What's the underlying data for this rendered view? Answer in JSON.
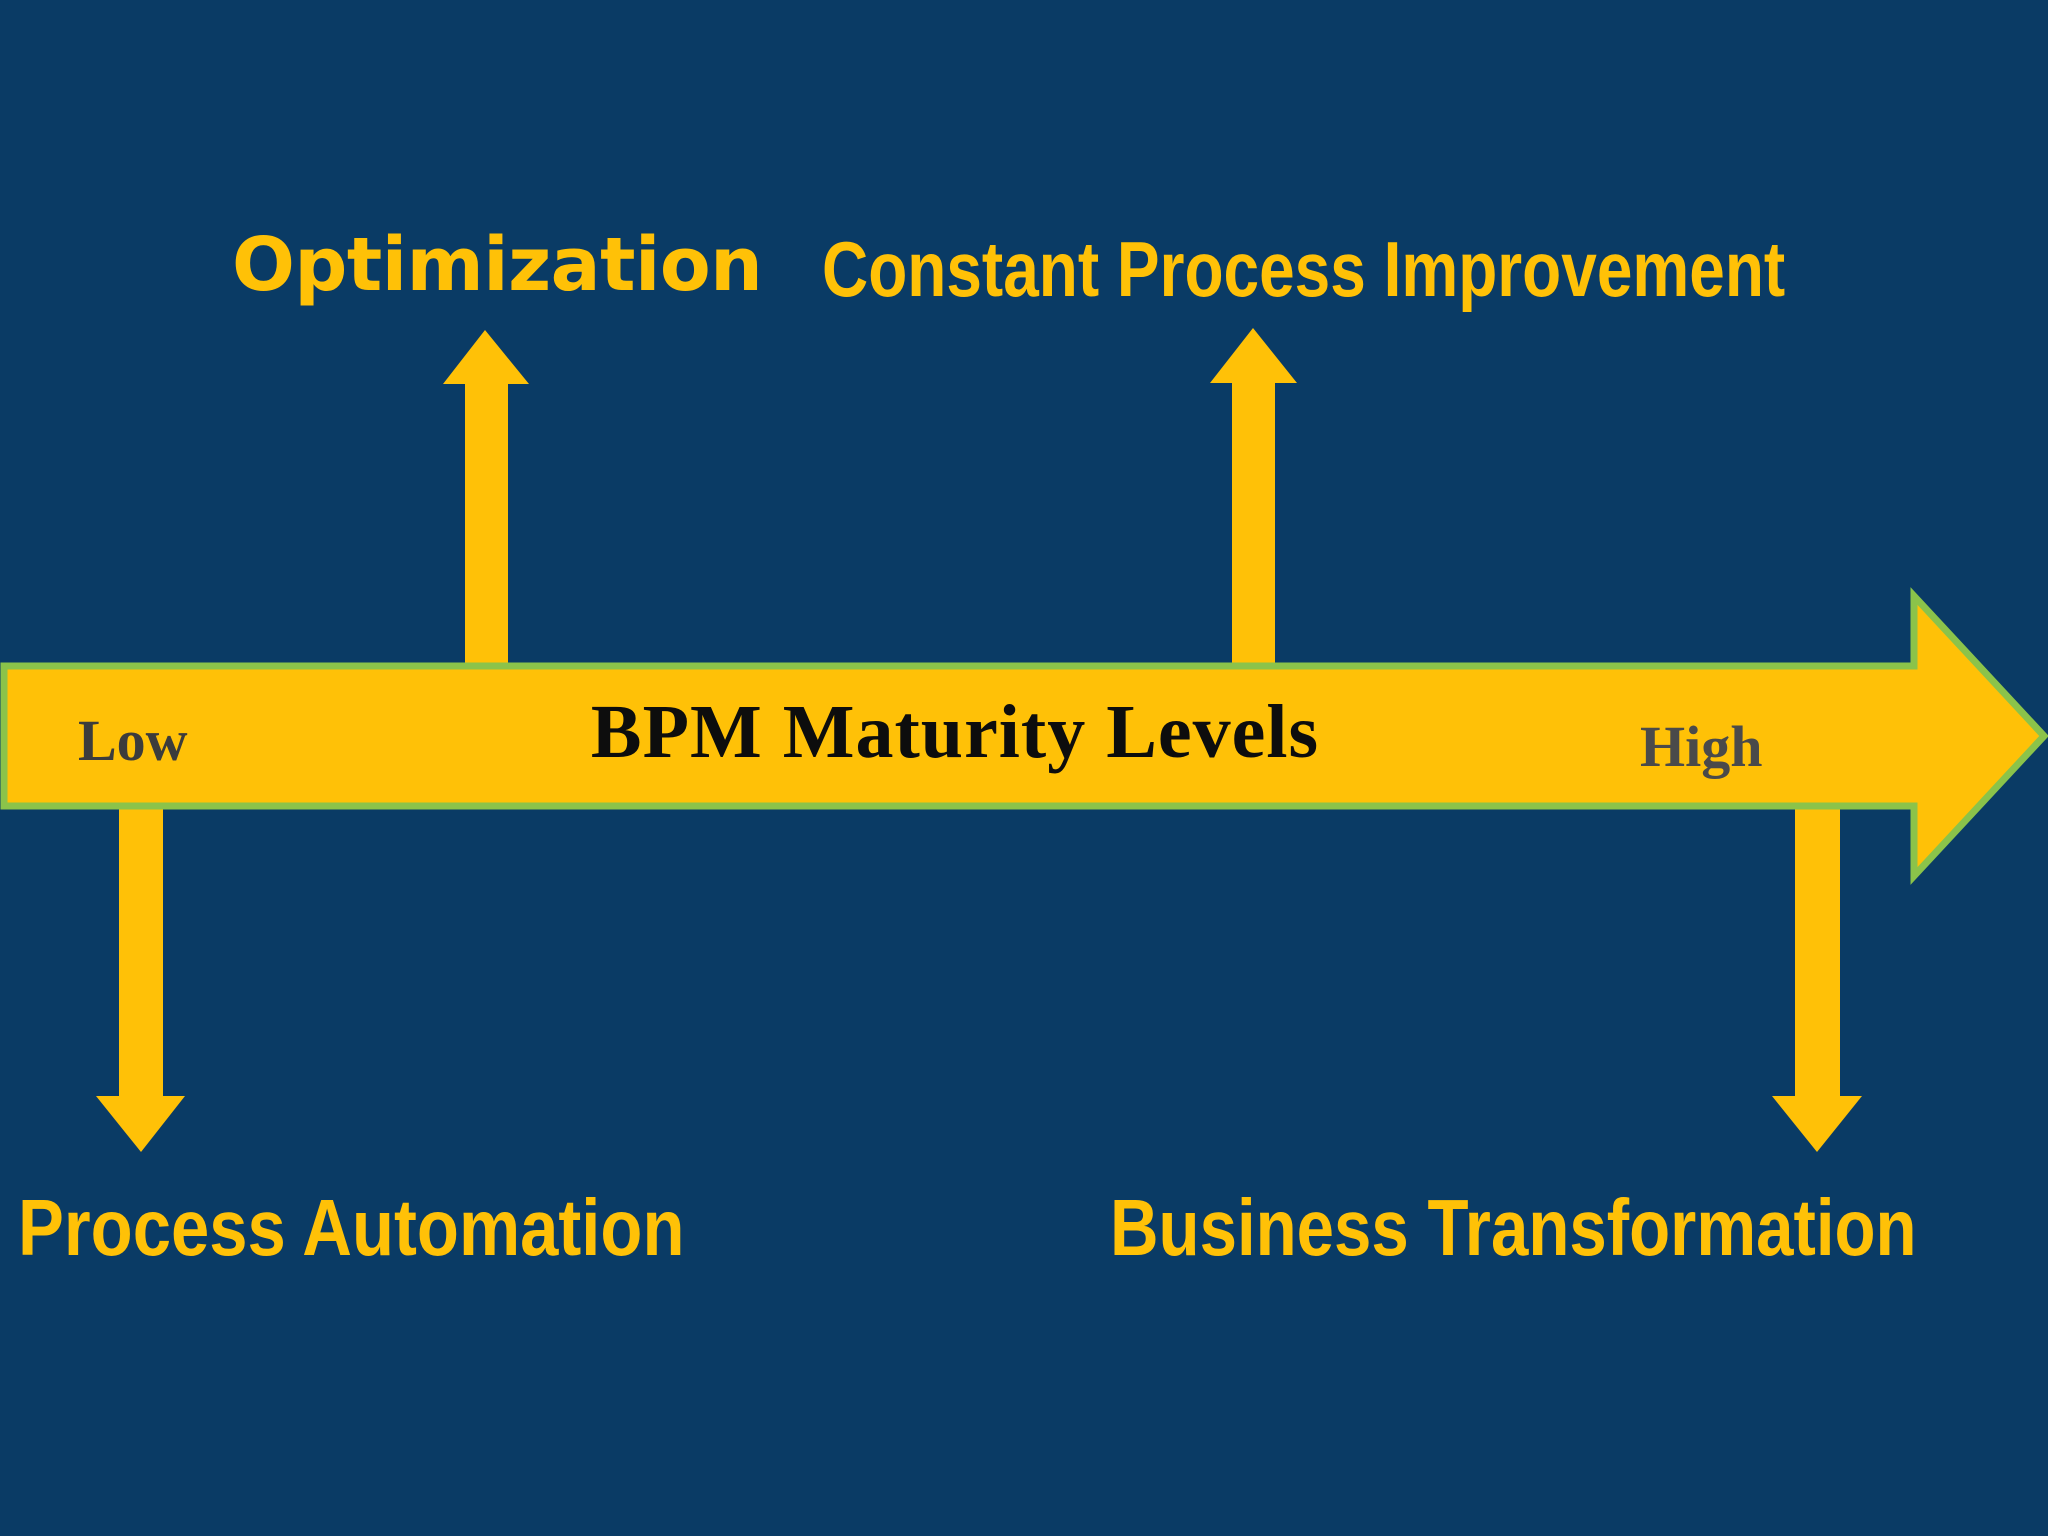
{
  "diagram": {
    "title": "BPM Maturity Levels",
    "type": "horizontal-axis-with-callouts",
    "background_color": "#0a3b65",
    "accent_color": "#FFC107",
    "border_color": "#8BC34A",
    "scale": {
      "low_label": "Low",
      "high_label": "High",
      "direction": "left-to-right-increasing"
    },
    "callouts": {
      "top_left": "Optimization",
      "top_right": "Constant Process Improvement",
      "bottom_left": "Process Automation",
      "bottom_right": "Business Transformation"
    },
    "arrows": [
      {
        "name": "main-axis-arrow",
        "direction": "right"
      },
      {
        "name": "optimization-arrow",
        "direction": "up"
      },
      {
        "name": "constant-improvement-arrow",
        "direction": "up"
      },
      {
        "name": "process-automation-arrow",
        "direction": "down"
      },
      {
        "name": "business-transformation-arrow",
        "direction": "down"
      }
    ]
  }
}
